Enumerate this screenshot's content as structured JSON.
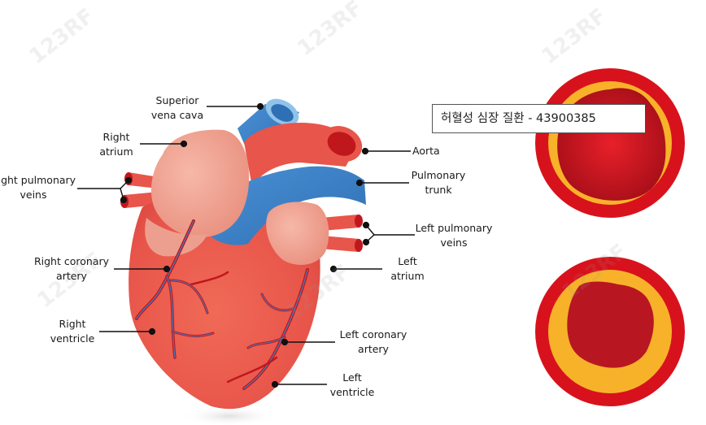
{
  "caption": "허혈성 심장 질환 - 43900385",
  "watermark": "123RF",
  "labels": {
    "superior_vena_cava": [
      "Superior",
      "vena cava"
    ],
    "right_atrium": [
      "Right",
      "atrium"
    ],
    "right_pulmonary_veins": [
      "Right pulmonary",
      "veins"
    ],
    "right_coronary_artery": [
      "Right coronary",
      "artery"
    ],
    "right_ventricle": [
      "Right",
      "ventricle"
    ],
    "aorta": "Aorta",
    "pulmonary_trunk": [
      "Pulmonary",
      "trunk"
    ],
    "left_pulmonary_veins": [
      "Left pulmonary",
      "veins"
    ],
    "left_atrium": [
      "Left",
      "atrium"
    ],
    "left_coronary_artery": [
      "Left coronary",
      "artery"
    ],
    "left_ventricle": [
      "Left",
      "ventricle"
    ]
  },
  "colors": {
    "heart": "#e8554a",
    "atrium": "#f0a393",
    "vein_blue": "#3a7fc4",
    "artery_red": "#c0171d",
    "plaque_yellow": "#f7b22a"
  }
}
